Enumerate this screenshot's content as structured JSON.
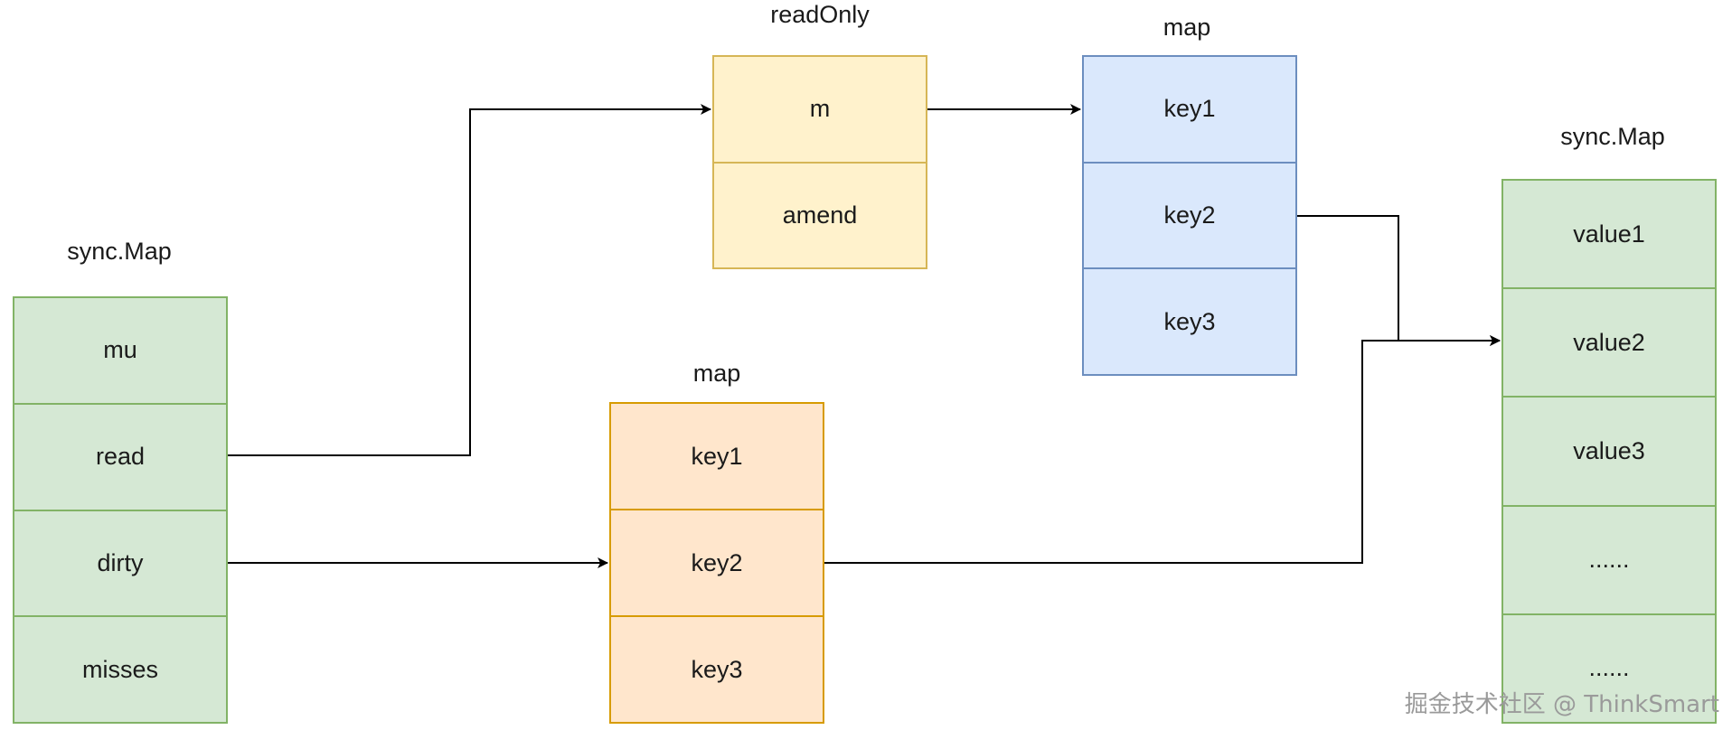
{
  "left_map": {
    "title": "sync.Map",
    "fields": [
      "mu",
      "read",
      "dirty",
      "misses"
    ]
  },
  "read_only": {
    "title": "readOnly",
    "fields": [
      "m",
      "amend"
    ]
  },
  "read_map": {
    "title": "map",
    "keys": [
      "key1",
      "key2",
      "key3"
    ]
  },
  "dirty_map": {
    "title": "map",
    "keys": [
      "key1",
      "key2",
      "key3"
    ]
  },
  "right_map": {
    "title": "sync.Map",
    "values": [
      "value1",
      "value2",
      "value3",
      "......",
      "......"
    ]
  },
  "watermark": "掘金技术社区 @ ThinkSmart",
  "colors": {
    "green_fill": "#d5e8d4",
    "green_stroke": "#82b366",
    "yellow_fill": "#fff2cc",
    "yellow_stroke": "#d6b656",
    "blue_fill": "#dae8fc",
    "blue_stroke": "#6c8ebf",
    "orange_fill": "#ffe6cc",
    "orange_stroke": "#d79b00",
    "edge": "#000000"
  }
}
